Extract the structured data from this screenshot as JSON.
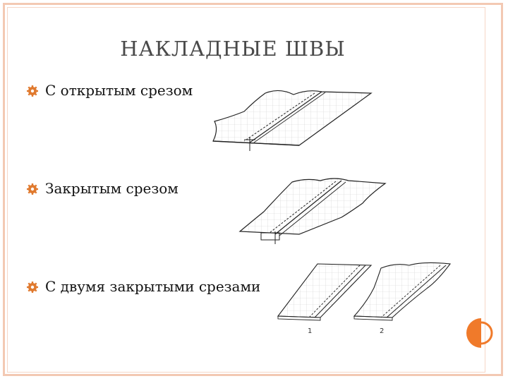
{
  "slide": {
    "title": "НАКЛАДНЫЕ ШВЫ",
    "bullets": [
      {
        "text": "С открытым срезом",
        "icon": "gear-bullet-icon"
      },
      {
        "text": "Закрытым срезом",
        "icon": "gear-bullet-icon"
      },
      {
        "text": "С двумя закрытыми срезами",
        "icon": "gear-bullet-icon"
      }
    ],
    "figure_labels": [
      "1",
      "2"
    ],
    "colors": {
      "frame": "#f3c9b3",
      "accent": "#f07a2a",
      "bullet": "#e07a2f"
    }
  }
}
